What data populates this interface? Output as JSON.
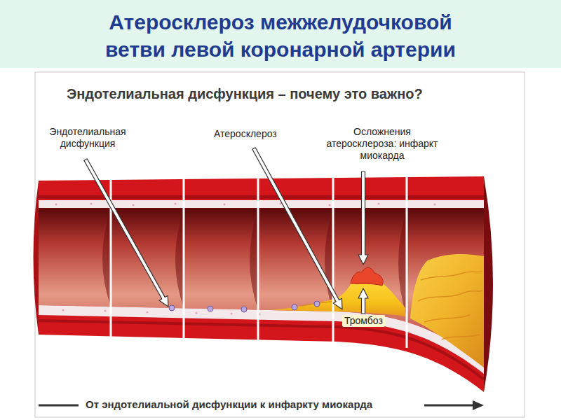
{
  "diagram": {
    "title": "Атеросклероз межжелудочковой ветви левой коронарной артерии",
    "labels": [
      "Эндотелиальная дисфункция – почему это важно?",
      "Эндотелиальная дисфункция",
      "Атеросклероз",
      "Осложнения атеросклероза: инфаркт миокарда",
      "Тромбоз",
      "От эндотелиальной дисфункции к инфаркту миокарда"
    ]
  }
}
